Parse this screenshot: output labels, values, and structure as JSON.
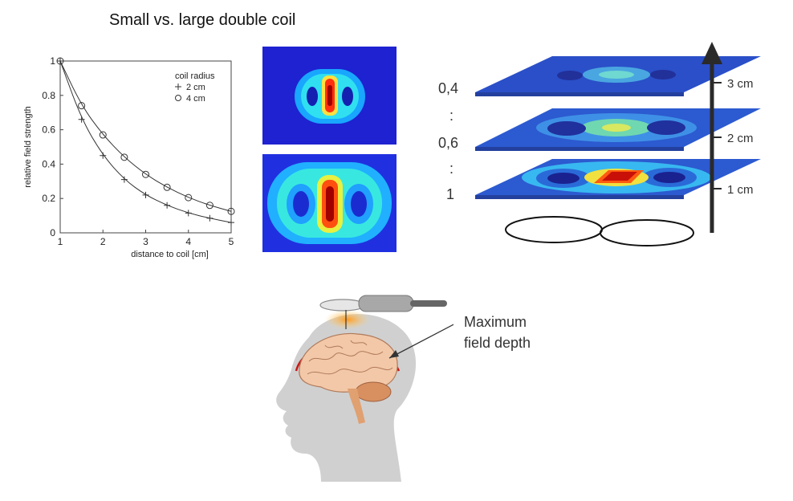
{
  "title": "Small vs. large double coil",
  "chart_data": {
    "type": "line",
    "xlabel": "distance to coil [cm]",
    "ylabel": "relative field strength",
    "xlim": [
      1,
      5
    ],
    "ylim": [
      0,
      1
    ],
    "x_ticks": [
      "1",
      "2",
      "3",
      "4",
      "5"
    ],
    "y_ticks": [
      "0",
      "0.2",
      "0.4",
      "0.6",
      "0.8",
      "1"
    ],
    "legend_title": "coil radius",
    "series": [
      {
        "name": "2 cm",
        "marker": "+",
        "x": [
          1,
          1.5,
          2,
          2.5,
          3,
          3.5,
          4,
          4.5,
          5
        ],
        "values": [
          1.0,
          0.66,
          0.45,
          0.31,
          0.22,
          0.16,
          0.115,
          0.085,
          0.06
        ]
      },
      {
        "name": "4 cm",
        "marker": "o",
        "x": [
          1,
          1.5,
          2,
          2.5,
          3,
          3.5,
          4,
          4.5,
          5
        ],
        "values": [
          1.0,
          0.74,
          0.57,
          0.44,
          0.34,
          0.265,
          0.205,
          0.16,
          0.125
        ]
      }
    ],
    "grid": false,
    "legend_position": "top-right"
  },
  "depth_scale": {
    "values": [
      "0,4",
      ":",
      "0,6",
      ":",
      "1"
    ],
    "depths": [
      "3 cm",
      "2 cm",
      "1 cm"
    ]
  },
  "annotation": {
    "line1": "Maximum",
    "line2": "field depth"
  }
}
